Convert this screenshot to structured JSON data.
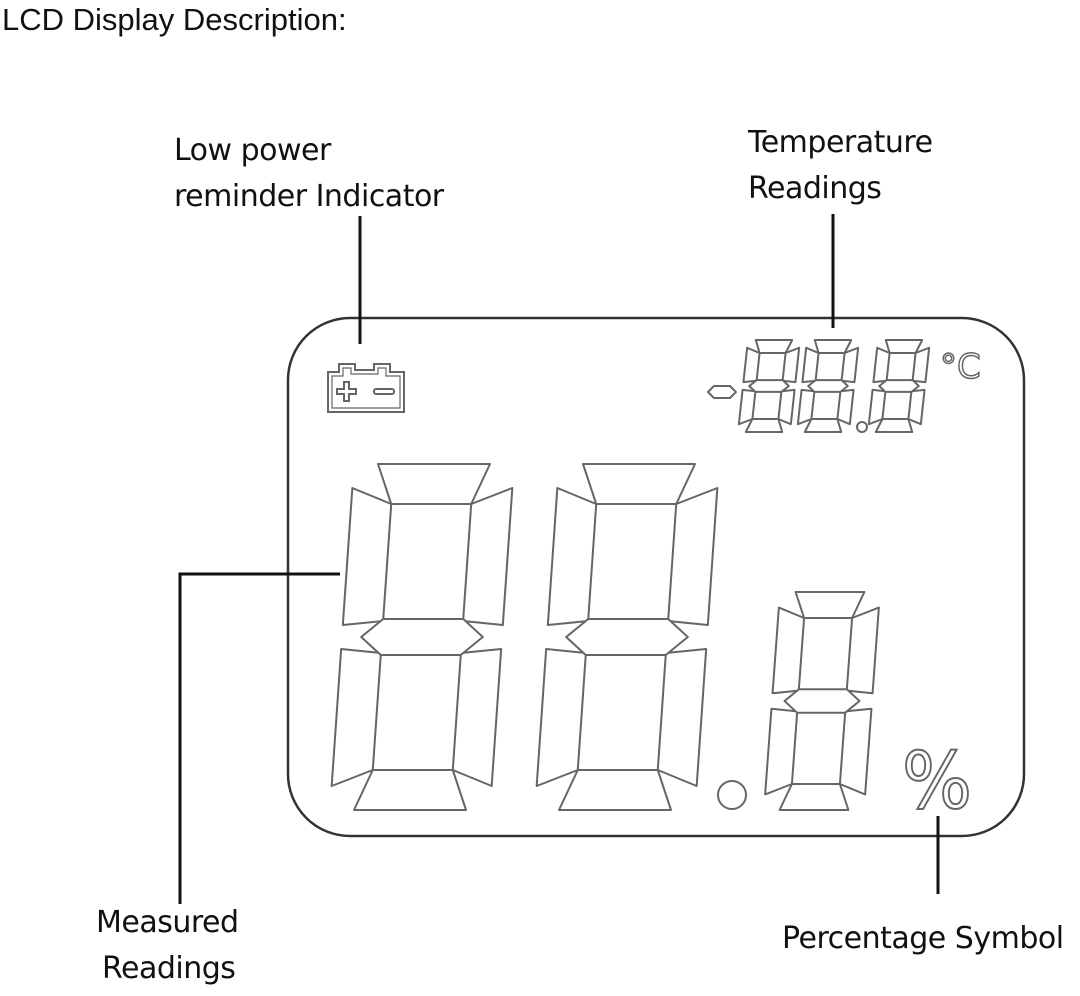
{
  "title": "LCD Display Description:",
  "labels": {
    "low_power": [
      "Low power",
      "reminder Indicator"
    ],
    "temperature": [
      "Temperature",
      "Readings"
    ],
    "measured": [
      "Measured",
      "Readings"
    ],
    "percentage": "Percentage Symbol"
  },
  "lcd": {
    "temperature_display": "-88.8",
    "temperature_unit": "°C",
    "measured_display": "88.8",
    "measured_unit": "%",
    "battery_icon": "battery-icon",
    "battery_symbols": [
      "+",
      "−"
    ]
  },
  "colors": {
    "lcd_outline": "#333333",
    "segment_outline": "#666666",
    "leader_line": "#111111"
  }
}
